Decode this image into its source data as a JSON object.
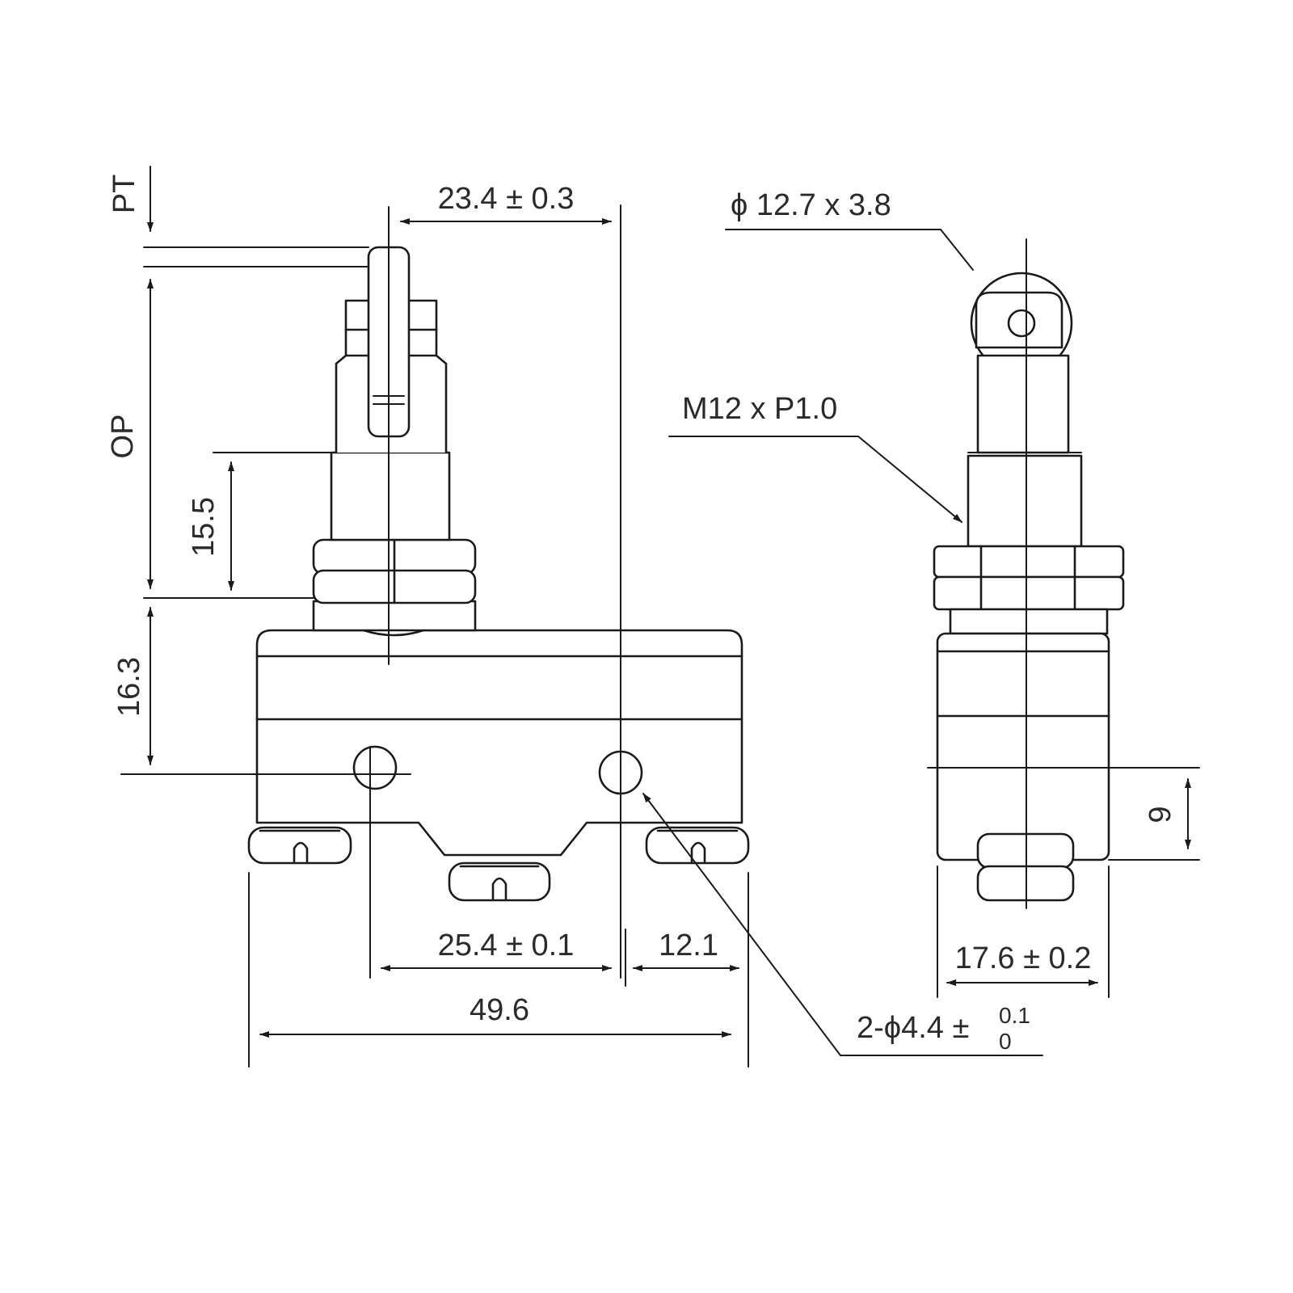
{
  "drawing": {
    "dimensions": {
      "pt": "PT",
      "op": "OP",
      "actuator_height": "15.5",
      "mount_height": "16.3",
      "plunger_offset": "23.4 ± 0.3",
      "hole_pitch": "25.4 ± 0.1",
      "hole_edge": "12.1",
      "body_length": "49.6",
      "body_depth": "17.6 ± 0.2",
      "side_hole_offset": "9"
    },
    "callouts": {
      "roller": "ϕ 12.7 x 3.8",
      "thread": "M12 x P1.0",
      "holes_main": "2-ϕ4.4 ±",
      "holes_tol_upper": "0.1",
      "holes_tol_lower": "0"
    }
  }
}
